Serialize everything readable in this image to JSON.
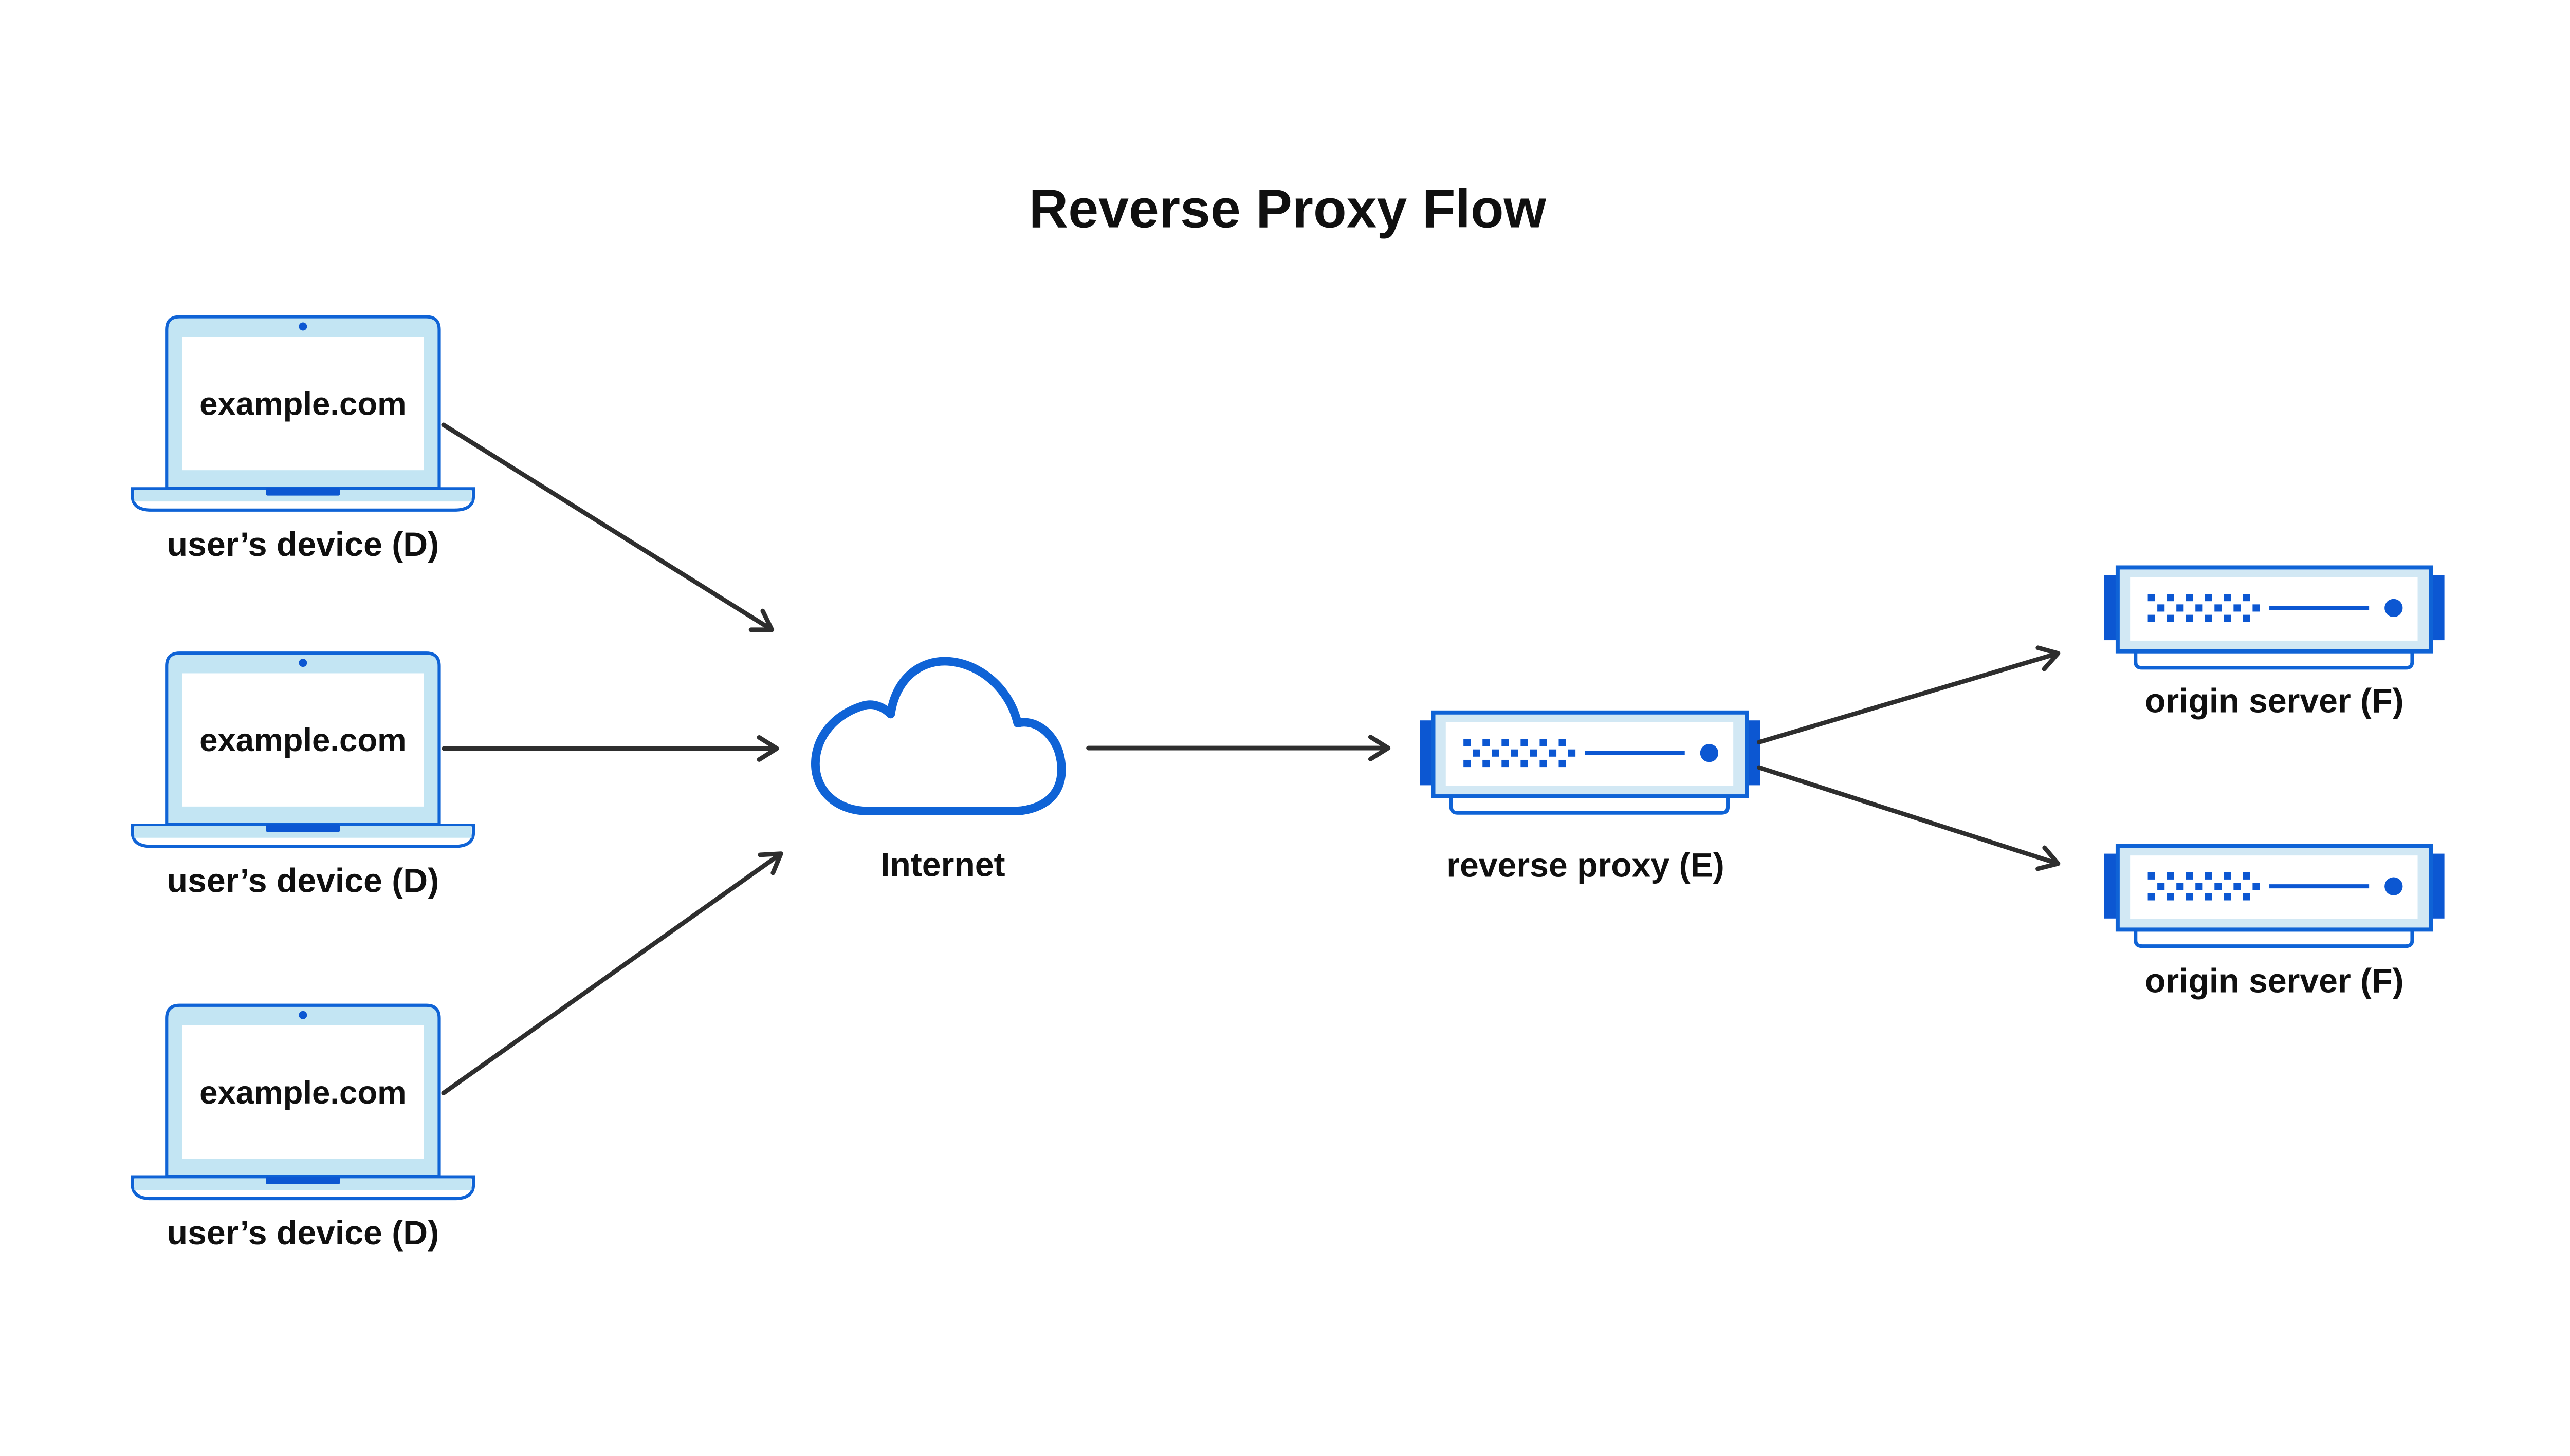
{
  "title": "Reverse Proxy Flow",
  "nodes": {
    "devices": [
      {
        "icon": "laptop-icon",
        "screen_text": "example.com",
        "label": "user’s device (D)"
      },
      {
        "icon": "laptop-icon",
        "screen_text": "example.com",
        "label": "user’s device (D)"
      },
      {
        "icon": "laptop-icon",
        "screen_text": "example.com",
        "label": "user’s device (D)"
      }
    ],
    "internet": {
      "icon": "cloud-icon",
      "label": "Internet"
    },
    "proxy": {
      "icon": "server-icon",
      "label": "reverse proxy (E)"
    },
    "origins": [
      {
        "icon": "server-icon",
        "label": "origin server (F)"
      },
      {
        "icon": "server-icon",
        "label": "origin server (F)"
      }
    ]
  },
  "colors": {
    "stroke_blue": "#0f63d6",
    "solid_blue": "#0c57d2",
    "laptop_light_blue": "#c3e5f3",
    "server_light_blue": "#d2e8f4",
    "arrow": "#2e2e2e",
    "text": "#101010",
    "background": "#ffffff"
  }
}
